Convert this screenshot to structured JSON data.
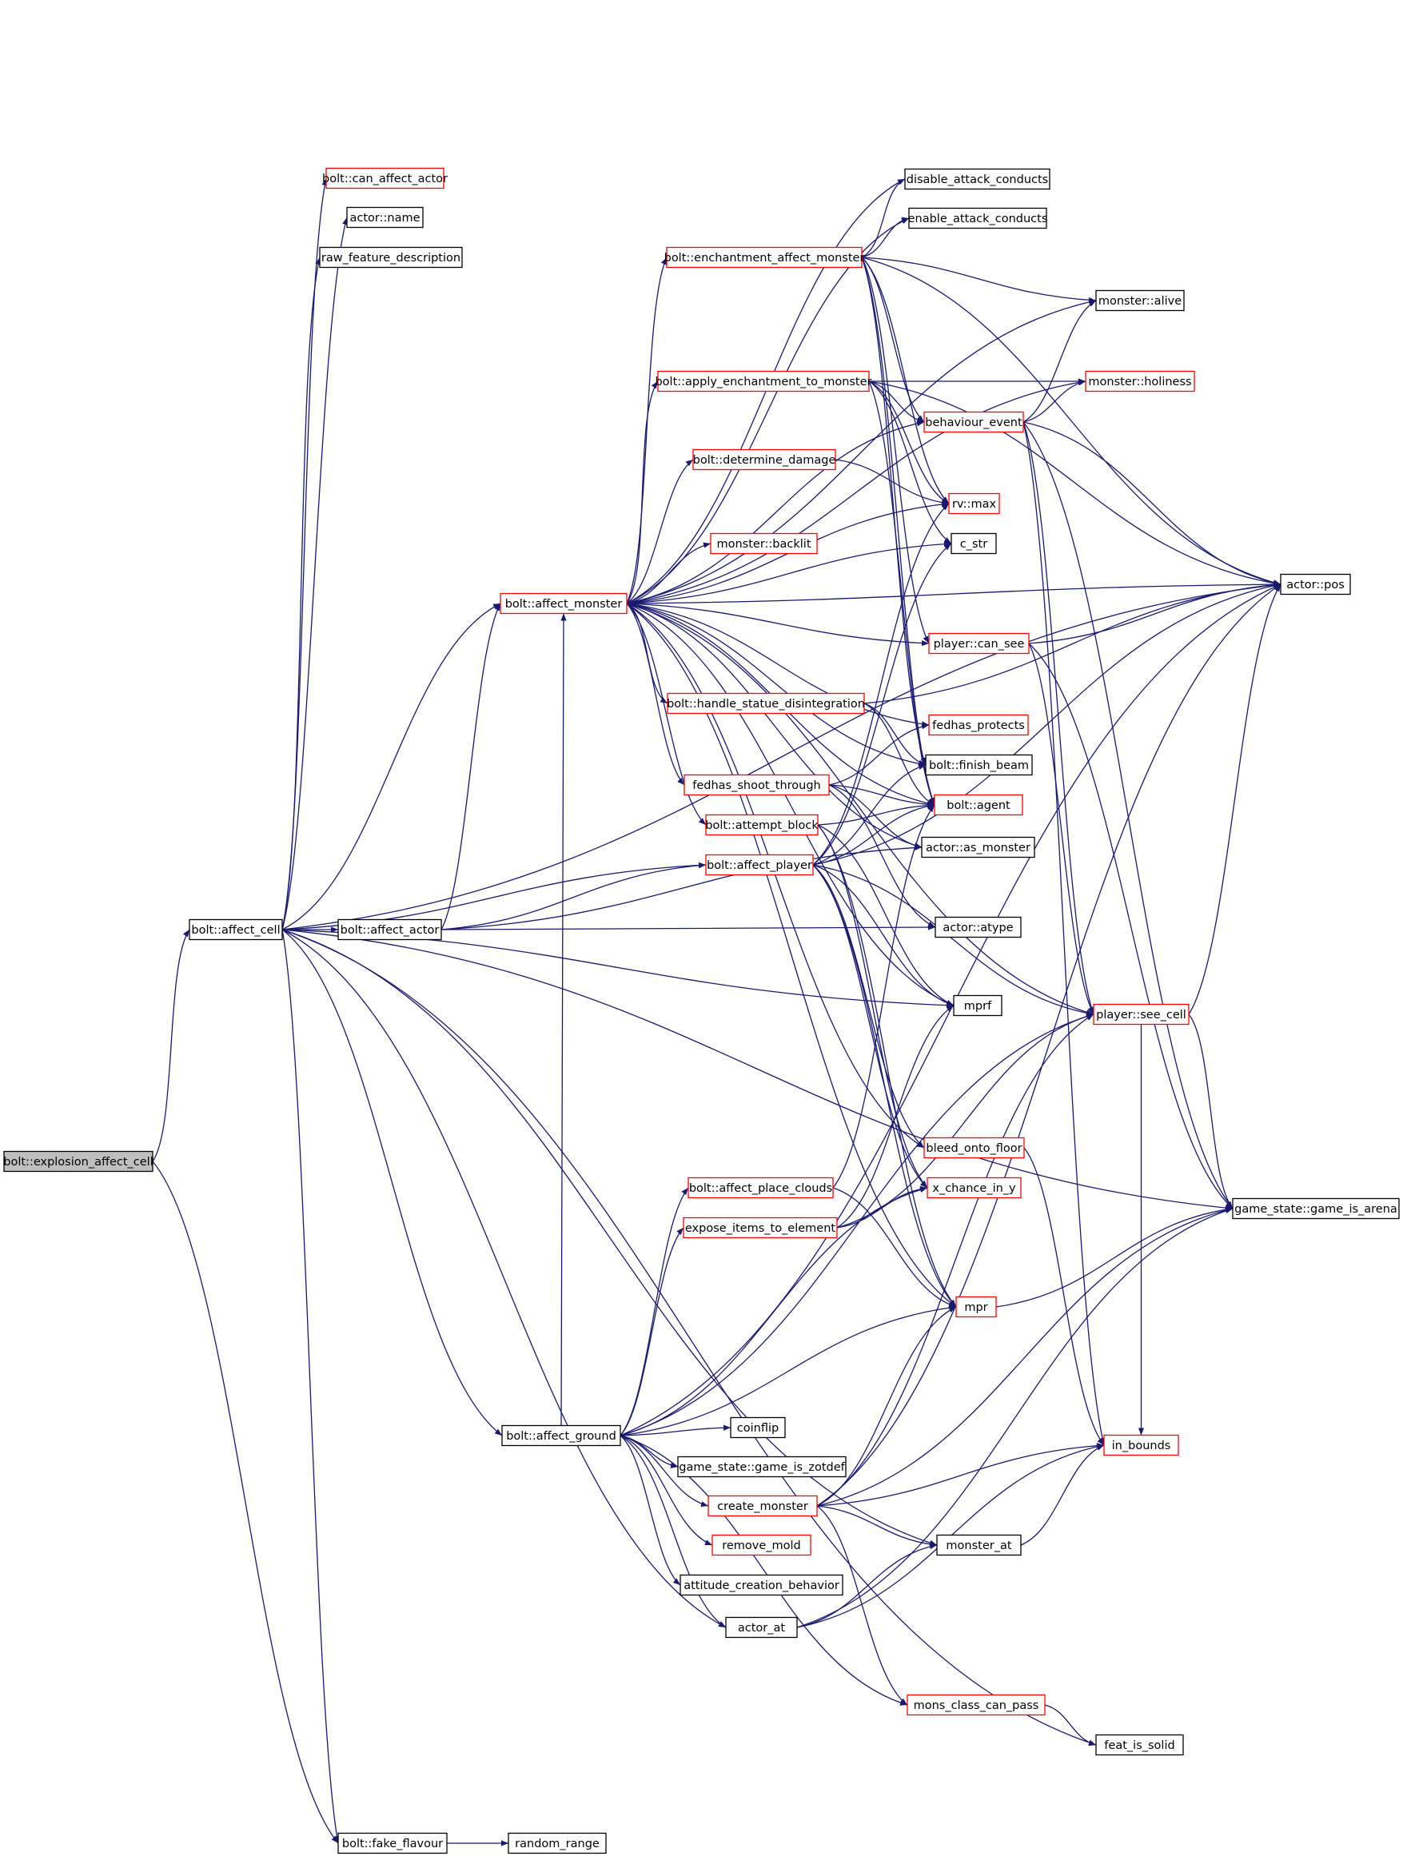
{
  "nodes": [
    {
      "id": "explosion_affect_cell",
      "label": "bolt::explosion_affect_cell",
      "style": "root"
    },
    {
      "id": "affect_cell",
      "label": "bolt::affect_cell",
      "style": "black"
    },
    {
      "id": "can_affect_actor",
      "label": "bolt::can_affect_actor",
      "style": "red"
    },
    {
      "id": "actor_name",
      "label": "actor::name",
      "style": "black"
    },
    {
      "id": "raw_feature_description",
      "label": "raw_feature_description",
      "style": "black"
    },
    {
      "id": "affect_monster",
      "label": "bolt::affect_monster",
      "style": "red"
    },
    {
      "id": "affect_actor",
      "label": "bolt::affect_actor",
      "style": "black"
    },
    {
      "id": "affect_ground",
      "label": "bolt::affect_ground",
      "style": "black"
    },
    {
      "id": "fake_flavour",
      "label": "bolt::fake_flavour",
      "style": "black"
    },
    {
      "id": "random_range",
      "label": "random_range",
      "style": "black"
    },
    {
      "id": "disable_attack_conducts",
      "label": "disable_attack_conducts",
      "style": "black"
    },
    {
      "id": "enable_attack_conducts",
      "label": "enable_attack_conducts",
      "style": "black"
    },
    {
      "id": "enchantment_affect_monster",
      "label": "bolt::enchantment_affect_monster",
      "style": "red"
    },
    {
      "id": "monster_alive",
      "label": "monster::alive",
      "style": "black"
    },
    {
      "id": "apply_enchantment_to_monster",
      "label": "bolt::apply_enchantment_to_monster",
      "style": "red"
    },
    {
      "id": "monster_holiness",
      "label": "monster::holiness",
      "style": "red"
    },
    {
      "id": "behaviour_event",
      "label": "behaviour_event",
      "style": "red"
    },
    {
      "id": "determine_damage",
      "label": "bolt::determine_damage",
      "style": "red"
    },
    {
      "id": "rv_max",
      "label": "rv::max",
      "style": "red"
    },
    {
      "id": "c_str",
      "label": "c_str",
      "style": "black"
    },
    {
      "id": "monster_backlit",
      "label": "monster::backlit",
      "style": "red"
    },
    {
      "id": "actor_pos",
      "label": "actor::pos",
      "style": "black"
    },
    {
      "id": "player_can_see",
      "label": "player::can_see",
      "style": "red"
    },
    {
      "id": "handle_statue_disintegration",
      "label": "bolt::handle_statue_disintegration",
      "style": "red"
    },
    {
      "id": "fedhas_protects",
      "label": "fedhas_protects",
      "style": "red"
    },
    {
      "id": "finish_beam",
      "label": "bolt::finish_beam",
      "style": "black"
    },
    {
      "id": "fedhas_shoot_through",
      "label": "fedhas_shoot_through",
      "style": "red"
    },
    {
      "id": "bolt_agent",
      "label": "bolt::agent",
      "style": "red"
    },
    {
      "id": "attempt_block",
      "label": "bolt::attempt_block",
      "style": "red"
    },
    {
      "id": "actor_as_monster",
      "label": "actor::as_monster",
      "style": "black"
    },
    {
      "id": "affect_player",
      "label": "bolt::affect_player",
      "style": "red"
    },
    {
      "id": "actor_atype",
      "label": "actor::atype",
      "style": "black"
    },
    {
      "id": "mprf",
      "label": "mprf",
      "style": "black"
    },
    {
      "id": "player_see_cell",
      "label": "player::see_cell",
      "style": "red"
    },
    {
      "id": "bleed_onto_floor",
      "label": "bleed_onto_floor",
      "style": "red"
    },
    {
      "id": "affect_place_clouds",
      "label": "bolt::affect_place_clouds",
      "style": "red"
    },
    {
      "id": "x_chance_in_y",
      "label": "x_chance_in_y",
      "style": "red"
    },
    {
      "id": "game_is_arena",
      "label": "game_state::game_is_arena",
      "style": "black"
    },
    {
      "id": "expose_items_to_element",
      "label": "expose_items_to_element",
      "style": "red"
    },
    {
      "id": "mpr",
      "label": "mpr",
      "style": "red"
    },
    {
      "id": "coinflip",
      "label": "coinflip",
      "style": "black"
    },
    {
      "id": "game_is_zotdef",
      "label": "game_state::game_is_zotdef",
      "style": "black"
    },
    {
      "id": "in_bounds",
      "label": "in_bounds",
      "style": "red"
    },
    {
      "id": "create_monster",
      "label": "create_monster",
      "style": "red"
    },
    {
      "id": "remove_mold",
      "label": "remove_mold",
      "style": "red"
    },
    {
      "id": "monster_at",
      "label": "monster_at",
      "style": "black"
    },
    {
      "id": "attitude_creation_behavior",
      "label": "attitude_creation_behavior",
      "style": "black"
    },
    {
      "id": "actor_at",
      "label": "actor_at",
      "style": "black"
    },
    {
      "id": "mons_class_can_pass",
      "label": "mons_class_can_pass",
      "style": "red"
    },
    {
      "id": "feat_is_solid",
      "label": "feat_is_solid",
      "style": "black"
    }
  ],
  "edges": [
    [
      "explosion_affect_cell",
      "affect_cell"
    ],
    [
      "explosion_affect_cell",
      "fake_flavour"
    ],
    [
      "affect_cell",
      "can_affect_actor"
    ],
    [
      "affect_cell",
      "actor_name"
    ],
    [
      "affect_cell",
      "raw_feature_description"
    ],
    [
      "affect_cell",
      "affect_monster"
    ],
    [
      "affect_cell",
      "affect_actor"
    ],
    [
      "affect_cell",
      "affect_player"
    ],
    [
      "affect_cell",
      "mprf"
    ],
    [
      "affect_cell",
      "actor_pos"
    ],
    [
      "affect_cell",
      "affect_ground"
    ],
    [
      "affect_cell",
      "actor_at"
    ],
    [
      "affect_cell",
      "fake_flavour"
    ],
    [
      "affect_cell",
      "feat_is_solid"
    ],
    [
      "affect_cell",
      "game_is_arena"
    ],
    [
      "affect_cell",
      "monster_at"
    ],
    [
      "affect_actor",
      "affect_monster"
    ],
    [
      "affect_actor",
      "affect_player"
    ],
    [
      "affect_actor",
      "actor_as_monster"
    ],
    [
      "affect_actor",
      "actor_atype"
    ],
    [
      "fake_flavour",
      "random_range"
    ],
    [
      "affect_monster",
      "disable_attack_conducts"
    ],
    [
      "affect_monster",
      "enable_attack_conducts"
    ],
    [
      "affect_monster",
      "enchantment_affect_monster"
    ],
    [
      "affect_monster",
      "monster_alive"
    ],
    [
      "affect_monster",
      "apply_enchantment_to_monster"
    ],
    [
      "affect_monster",
      "monster_holiness"
    ],
    [
      "affect_monster",
      "behaviour_event"
    ],
    [
      "affect_monster",
      "determine_damage"
    ],
    [
      "affect_monster",
      "rv_max"
    ],
    [
      "affect_monster",
      "c_str"
    ],
    [
      "affect_monster",
      "monster_backlit"
    ],
    [
      "affect_monster",
      "actor_pos"
    ],
    [
      "affect_monster",
      "player_can_see"
    ],
    [
      "affect_monster",
      "handle_statue_disintegration"
    ],
    [
      "affect_monster",
      "fedhas_protects"
    ],
    [
      "affect_monster",
      "finish_beam"
    ],
    [
      "affect_monster",
      "fedhas_shoot_through"
    ],
    [
      "affect_monster",
      "bolt_agent"
    ],
    [
      "affect_monster",
      "attempt_block"
    ],
    [
      "affect_monster",
      "actor_as_monster"
    ],
    [
      "affect_monster",
      "mprf"
    ],
    [
      "affect_monster",
      "player_see_cell"
    ],
    [
      "affect_monster",
      "bleed_onto_floor"
    ],
    [
      "affect_monster",
      "mpr"
    ],
    [
      "enchantment_affect_monster",
      "disable_attack_conducts"
    ],
    [
      "enchantment_affect_monster",
      "enable_attack_conducts"
    ],
    [
      "enchantment_affect_monster",
      "monster_alive"
    ],
    [
      "enchantment_affect_monster",
      "actor_pos"
    ],
    [
      "enchantment_affect_monster",
      "behaviour_event"
    ],
    [
      "enchantment_affect_monster",
      "rv_max"
    ],
    [
      "enchantment_affect_monster",
      "bolt_agent"
    ],
    [
      "enchantment_affect_monster",
      "player_can_see"
    ],
    [
      "enchantment_affect_monster",
      "finish_beam"
    ],
    [
      "apply_enchantment_to_monster",
      "monster_holiness"
    ],
    [
      "apply_enchantment_to_monster",
      "behaviour_event"
    ],
    [
      "apply_enchantment_to_monster",
      "rv_max"
    ],
    [
      "apply_enchantment_to_monster",
      "c_str"
    ],
    [
      "apply_enchantment_to_monster",
      "actor_pos"
    ],
    [
      "apply_enchantment_to_monster",
      "bolt_agent"
    ],
    [
      "behaviour_event",
      "monster_alive"
    ],
    [
      "behaviour_event",
      "monster_holiness"
    ],
    [
      "behaviour_event",
      "actor_pos"
    ],
    [
      "behaviour_event",
      "player_see_cell"
    ],
    [
      "behaviour_event",
      "game_is_arena"
    ],
    [
      "behaviour_event",
      "in_bounds"
    ],
    [
      "determine_damage",
      "rv_max"
    ],
    [
      "player_can_see",
      "actor_pos"
    ],
    [
      "player_can_see",
      "player_see_cell"
    ],
    [
      "player_can_see",
      "game_is_arena"
    ],
    [
      "handle_statue_disintegration",
      "actor_pos"
    ],
    [
      "handle_statue_disintegration",
      "finish_beam"
    ],
    [
      "handle_statue_disintegration",
      "bolt_agent"
    ],
    [
      "fedhas_shoot_through",
      "fedhas_protects"
    ],
    [
      "fedhas_shoot_through",
      "bolt_agent"
    ],
    [
      "fedhas_shoot_through",
      "actor_as_monster"
    ],
    [
      "fedhas_shoot_through",
      "actor_atype"
    ],
    [
      "attempt_block",
      "bolt_agent"
    ],
    [
      "attempt_block",
      "mprf"
    ],
    [
      "attempt_block",
      "x_chance_in_y"
    ],
    [
      "attempt_block",
      "mpr"
    ],
    [
      "affect_player",
      "bolt_agent"
    ],
    [
      "affect_player",
      "finish_beam"
    ],
    [
      "affect_player",
      "rv_max"
    ],
    [
      "affect_player",
      "c_str"
    ],
    [
      "affect_player",
      "mprf"
    ],
    [
      "affect_player",
      "player_see_cell"
    ],
    [
      "affect_player",
      "bleed_onto_floor"
    ],
    [
      "affect_player",
      "x_chance_in_y"
    ],
    [
      "affect_player",
      "mpr"
    ],
    [
      "affect_player",
      "actor_pos"
    ],
    [
      "player_see_cell",
      "actor_pos"
    ],
    [
      "player_see_cell",
      "game_is_arena"
    ],
    [
      "player_see_cell",
      "in_bounds"
    ],
    [
      "bleed_onto_floor",
      "in_bounds"
    ],
    [
      "affect_place_clouds",
      "mpr"
    ],
    [
      "affect_place_clouds",
      "bolt_agent"
    ],
    [
      "expose_items_to_element",
      "x_chance_in_y"
    ],
    [
      "expose_items_to_element",
      "mprf"
    ],
    [
      "expose_items_to_element",
      "player_see_cell"
    ],
    [
      "mpr",
      "game_is_arena"
    ],
    [
      "affect_ground",
      "affect_place_clouds"
    ],
    [
      "affect_ground",
      "expose_items_to_element"
    ],
    [
      "affect_ground",
      "coinflip"
    ],
    [
      "affect_ground",
      "game_is_zotdef"
    ],
    [
      "affect_ground",
      "create_monster"
    ],
    [
      "affect_ground",
      "remove_mold"
    ],
    [
      "affect_ground",
      "attitude_creation_behavior"
    ],
    [
      "affect_ground",
      "actor_at"
    ],
    [
      "affect_ground",
      "mpr"
    ],
    [
      "affect_ground",
      "x_chance_in_y"
    ],
    [
      "affect_ground",
      "player_see_cell"
    ],
    [
      "affect_ground",
      "affect_monster"
    ],
    [
      "affect_ground",
      "actor_pos"
    ],
    [
      "affect_ground",
      "mons_class_can_pass"
    ],
    [
      "create_monster",
      "in_bounds"
    ],
    [
      "create_monster",
      "monster_at"
    ],
    [
      "create_monster",
      "mons_class_can_pass"
    ],
    [
      "create_monster",
      "game_is_arena"
    ],
    [
      "create_monster",
      "player_see_cell"
    ],
    [
      "create_monster",
      "mpr"
    ],
    [
      "create_monster",
      "actor_pos"
    ],
    [
      "monster_at",
      "in_bounds"
    ],
    [
      "actor_at",
      "monster_at"
    ],
    [
      "actor_at",
      "in_bounds"
    ],
    [
      "actor_at",
      "game_is_arena"
    ],
    [
      "mons_class_can_pass",
      "feat_is_solid"
    ]
  ]
}
